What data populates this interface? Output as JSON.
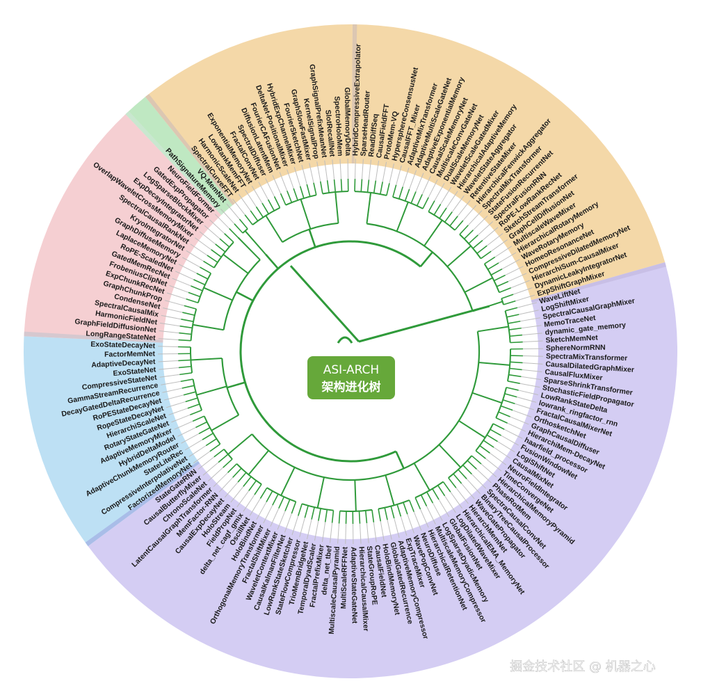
{
  "center": {
    "title": "ASI-ARCH",
    "subtitle": "架构进化树",
    "fill": "#66a83a"
  },
  "watermark": "掘金技术社区 @ 机器之心",
  "branch_color": "#2f9a3a",
  "leaf_line_color": "#bdbdbd",
  "groups": [
    {
      "fill": "#f4d8a8",
      "rim": "#dcc7b2",
      "leaves": [
        "HybridCompressiveExtrapolator",
        "SparseHeadRouter",
        "ReadDiffSeq",
        "CausalFieldFFT",
        "ProtoMem-VQ",
        "HypersphereConsensusNet",
        "CausalFFT_Mixer",
        "AdaptiveMixTransformer",
        "AdaptiveMultiScaleGateNet",
        "AdaptiveExponentialMemory",
        "CausalScaleMemoryNet",
        "MultiscaleConvGateNet",
        "DualScaleMemoryNet",
        "WaveletScaleGatedMixer",
        "HierarchicalAdaptiveMemory",
        "WaveletStateAggregator",
        "RetentiveStateMixer",
        "HierarchicalFenwickAggregator",
        "SpectralMixTransformer",
        "StateFusionRecurrentNet",
        "SpectralFusionRNN",
        "RoPE-LowRankRecNet",
        "SketchStreamTransformer",
        "GraphCellDiffusionNet",
        "MultiscaleWaveMixer",
        "HierarchicalRotaryMemory",
        "WaveRotaryMemory",
        "HomeoResonanceNet",
        "CompressiveDilatedMemoryNet",
        "HierarchiSum-CausalMixer",
        "DynamicLeakyIntegratorNet",
        "ExpShiftGraphMixer"
      ]
    },
    {
      "fill": "#d4cdf3",
      "rim": "#c8bfe6",
      "leaves": [
        "WaveLiftNet",
        "LogShiftMixer",
        "SpectralCausalGraphMixer",
        "MemoTraceNet",
        "dynamic_gate_memory",
        "SketchMemNet",
        "SphereNormRNN",
        "SpectraMixTransformer",
        "CausalDilatedGraphMixer",
        "CausalFluxMixer",
        "SparseShrinkTransformer",
        "StochasticFieldPropagator",
        "LowRankStateDelta",
        "lowrank_ringfactor_rnn",
        "FractalCausalMixerNet",
        "OrthosketchNet",
        "GraphCausalDiffuser",
        "HierarchiMem-DecayNet",
        "haarfield_processor",
        "FusionWindowNet",
        "LogiShiftNet",
        "CausalMixNet",
        "NeuroFieldIntegrator",
        "TimeConvergeNet",
        "HierarchicalMemoryPyramid",
        "PhaseRotMem",
        "SpectraCausalConvNet",
        "BinaryTreeCausalProcessor",
        "WaveGatePropagator",
        "HierarchMemNet",
        "HierarchicalEMA_MemoryNet",
        "LogDilatedWaveMixer",
        "GlobalFusionNet",
        "LogSparseDyadicMemory",
        "MultiscaleMemoryCompressor",
        "HierarchicalRetentionNet",
        "NeuroDiffuse",
        "WavePopConvNet",
        "ExpTraceMixer",
        "AdaptiveMemoryCompressor",
        "GlobalGatedRecurrence",
        "HoloBindMemoryNet",
        "CausalFieldNet",
        "StateGroupRoPE",
        "HierarchicalCausalMixer",
        "AdaptiveStateGateNet",
        "MultiScaleRFFNet",
        "MultiscaleCausalPyramid",
        "delta_net_tbef",
        "FractalPrefixMixer",
        "TemporalDyadScaler",
        "TrioMemBridgeNet",
        "StateFlowCompressor",
        "LowRankStateSketcher",
        "CausalKalmanFilterNet",
        "WaveletContextMixer",
        "FractalShiftMixer",
        "OrthogonalMemoryTransformer",
        "HoloBindNet",
        "OscillNet",
        "delta_net_cagf_gmix",
        "FieldPropNet",
        "HoloStream",
        "CausalExpDecayNet",
        "MemFactor-RNN",
        "LatentCausalGraphTransformer",
        "ChronoScaleNet",
        "CausalButterflyMixer",
        "StateGateRNN"
      ]
    },
    {
      "fill": "#bde0f4",
      "rim": "#a9bde8",
      "leaves": [
        "FactorizedMemoryNet",
        "CompressiveInterpolativeNet",
        "StateLiteRec",
        "AdaptiveChunkMemoryRouter",
        "HybridDeltaModel",
        "AdaptiveMemoryMixer",
        "RotaryStateGateNet",
        "HierarchiScaleNet",
        "RopeStateDecayNet",
        "RoPEStateDecayNet",
        "DecayGatedDeltaRecurrence",
        "GammaStreamRecurrence",
        "CompressiveStateNet",
        "ExoStateNet",
        "AdaptiveDecayNet",
        "FactorMemNet",
        "ExoStateDecayNet"
      ]
    },
    {
      "fill": "#f5cfd2",
      "rim": "#d6c8cf",
      "leaves": [
        "LongRangeStateNet",
        "GraphFieldDiffusionNet",
        "HarmonicFieldNet",
        "SpectralCausalMix",
        "CondenseNet",
        "GraphChunkProp",
        "ExpChunkRecNet",
        "FrobeniusClipNet",
        "GatedMemRecNet",
        "RoPE-ScaledNet",
        "LaplaceMemoryNet",
        "GraphDiffuseMemory",
        "KryoIntegratorNet",
        "SpectralCausalRankNet",
        "OverlapWaveletCrossMemoryMixer",
        "ExpDecayIntegratorNet",
        "LogSparseBlockMixer",
        "GatedExpPropagator",
        "NeuroFieldFormer"
      ]
    },
    {
      "fill": "#bfe8c2",
      "rim": "#c9e7cf",
      "leaves": [
        "PathSignatureMemory",
        "VQ-MemNet"
      ]
    },
    {
      "fill": "#f4d8a8",
      "rim": "#dcc7b2",
      "leaves": [
        "SpectralCurveFFT",
        "HarmonicScaleNet",
        "LowRankMemFFT",
        "ExponentialMemoryNet",
        "FractalConvNet",
        "SpectralDiffuser",
        "DiffusionLatentMem",
        "FourierCAFusionNet",
        "DeltaNet-PositionalMixer",
        "HybridExpChannelMixer",
        "FourierSketchNet",
        "GraphSlowFastMixer",
        "KernelSignalProp",
        "GraphSignalPrefixMeanNet",
        "SlotRecallNet",
        "SpectroHoloMem",
        "GlobalMemoryDelta"
      ]
    }
  ]
}
